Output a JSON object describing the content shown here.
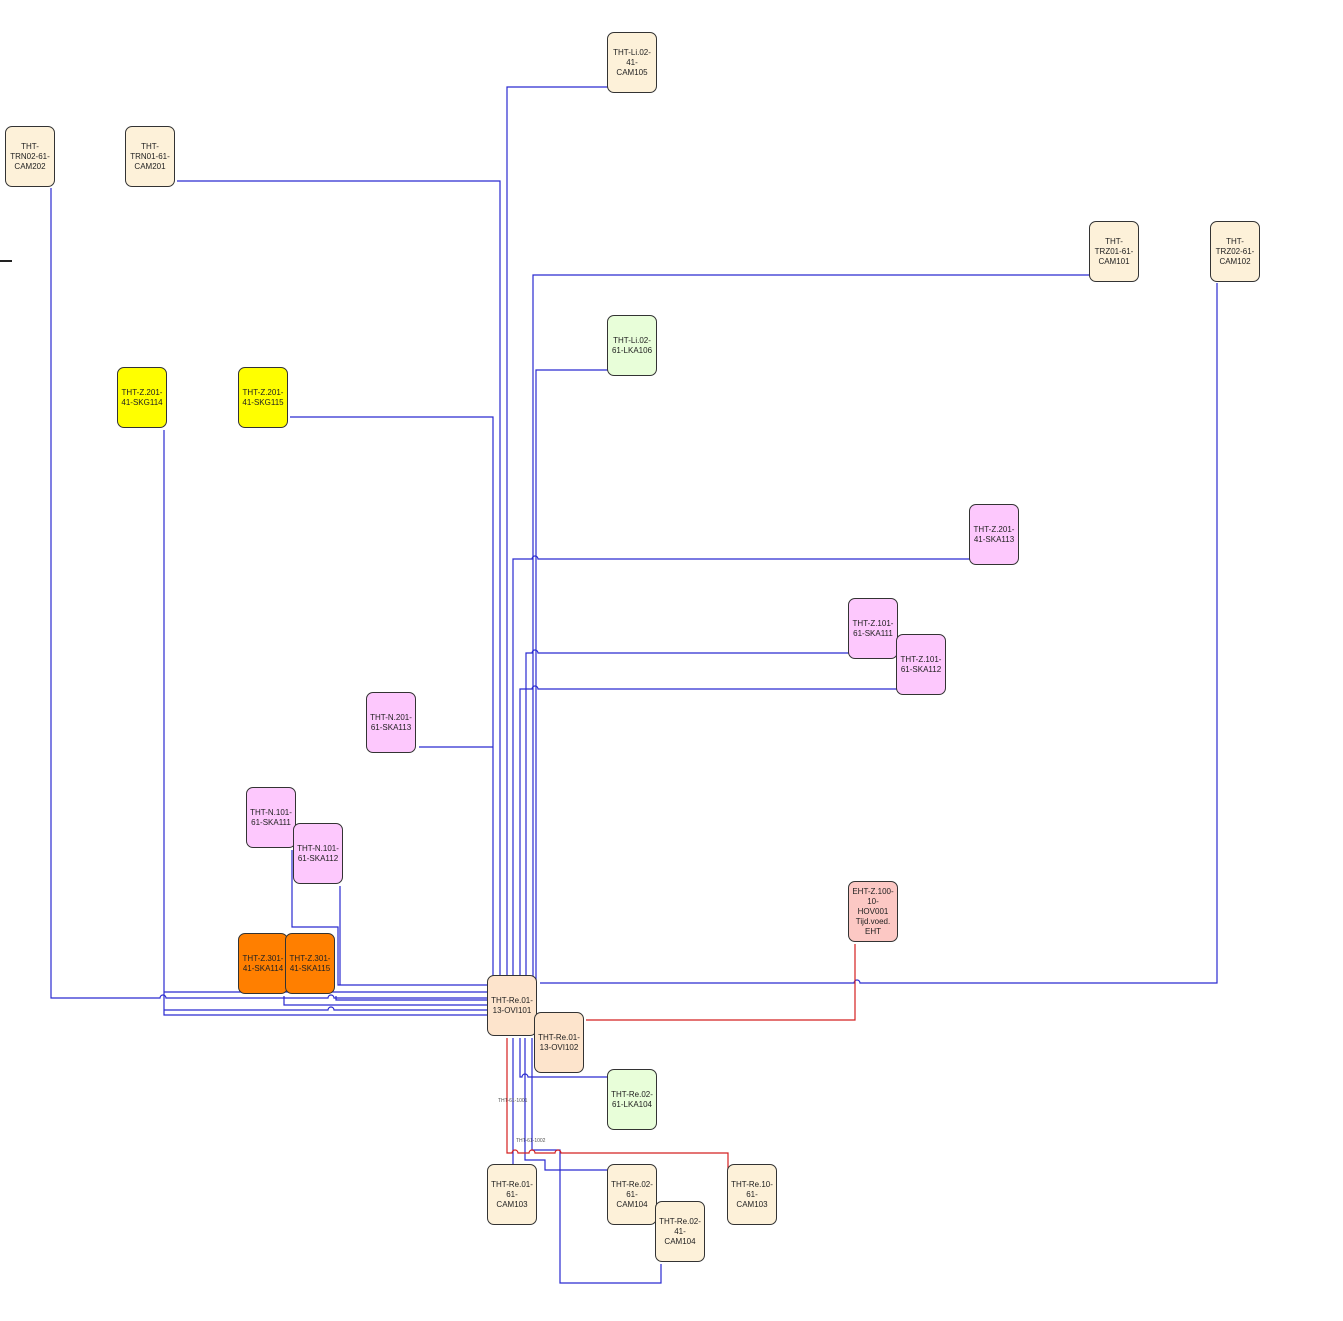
{
  "colors": {
    "data_link": "#2a2ad0",
    "power_link": "#d42020",
    "border": "#333333"
  },
  "nodes": {
    "li02_cam105": "THT-Li.02-\n41-\nCAM105",
    "trn02_cam202": "THT-\nTRN02-61-\nCAM202",
    "trn01_cam201": "THT-\nTRN01-61-\nCAM201",
    "trz01_cam101": "THT-\nTRZ01-61-\nCAM101",
    "trz02_cam102": "THT-\nTRZ02-61-\nCAM102",
    "li02_lka106": "THT-Li.02-\n61-LKA106",
    "z201_skg114": "THT-Z.201-\n41-SKG114",
    "z201_skg115": "THT-Z.201-\n41-SKG115",
    "z201_ska113": "THT-Z.201-\n41-SKA113",
    "z101_ska111": "THT-Z.101-\n61-SKA111",
    "z101_ska112": "THT-Z.101-\n61-SKA112",
    "n201_ska113": "THT-N.201-\n61-SKA113",
    "n101_ska111": "THT-N.101-\n61-SKA111",
    "n101_ska112": "THT-N.101-\n61-SKA112",
    "z301_ska114": "THT-Z.301-\n41-SKA114",
    "z301_ska115": "THT-Z.301-\n41-SKA115",
    "eht_hov001": "EHT-Z.100-\n10-\nHOV001\nTijd.voed.\nEHT",
    "re01_ovi101": "THT-Re.01-\n13-OVI101",
    "re01_ovi102": "THT-Re.01-\n13-OVI102",
    "re02_lka104": "THT-Re.02-\n61-LKA104",
    "re01_cam103": "THT-Re.01-\n61-\nCAM103",
    "re02_cam104a": "THT-Re.02-\n61-\nCAM104",
    "re02_cam104b": "THT-Re.02-\n41-\nCAM104",
    "re10_cam103": "THT-Re.10-\n61-\nCAM103"
  },
  "cable_labels": {
    "cable_1001": "THT-61-1001",
    "cable_1002": "THT-61-1002"
  }
}
